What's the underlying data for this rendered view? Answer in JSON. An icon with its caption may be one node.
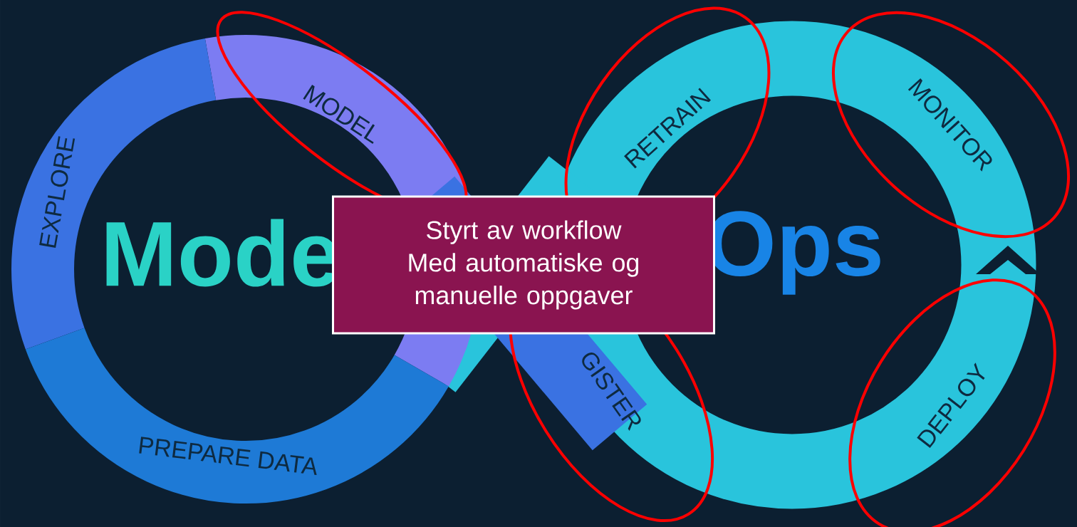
{
  "diagram": {
    "nodes": [
      {
        "text": [
          "MODEL"
        ]
      },
      {
        "text": [
          "RETRAIN"
        ]
      },
      {
        "text": [
          "MONITOR"
        ]
      },
      {
        "text": [
          "Styrt av workflow",
          "Med automatiske og manuelle oppgaver"
        ]
      },
      {
        "text": [
          "GISTER"
        ]
      },
      {
        "text": [
          "DEPLOY"
        ]
      }
    ],
    "labels": [
      "EXPLORE",
      "Mode",
      "Ops",
      "PREPARE DATA"
    ]
  }
}
